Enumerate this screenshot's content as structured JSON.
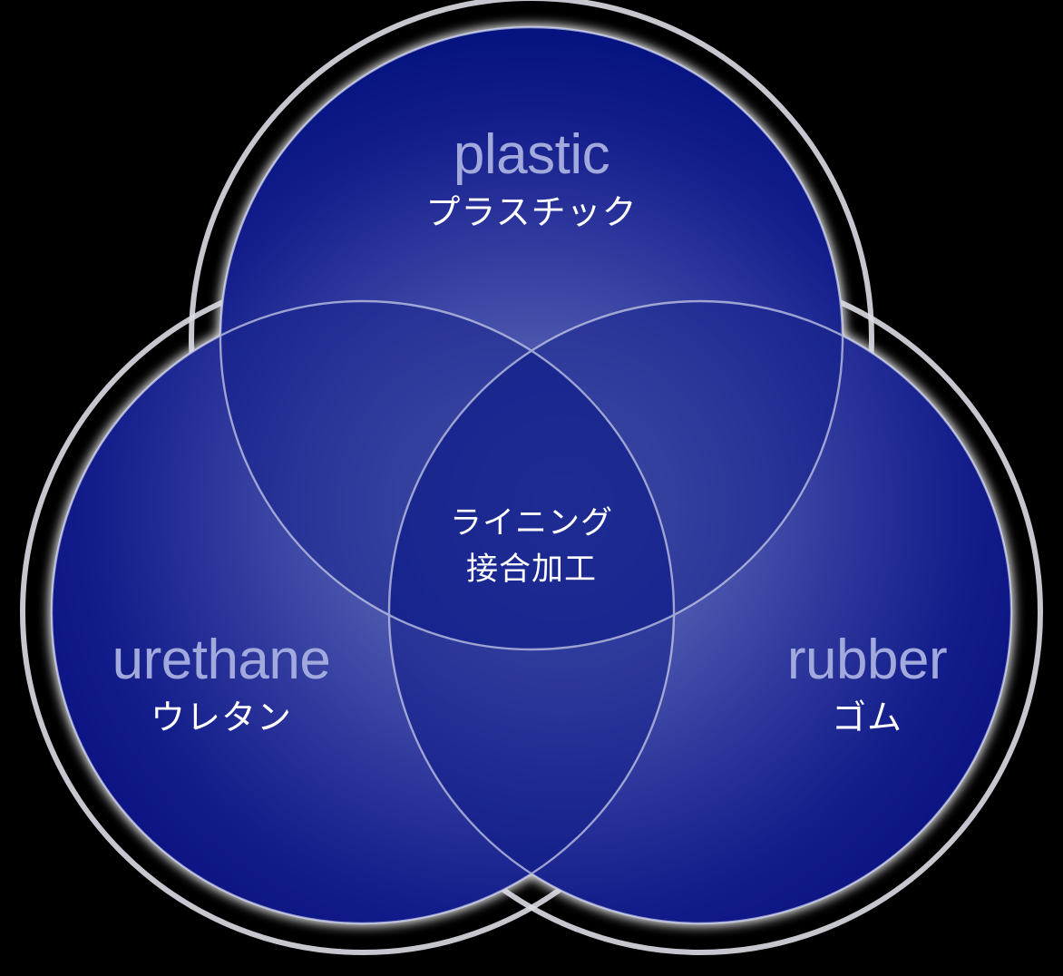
{
  "diagram": {
    "type": "venn-3-set",
    "title": "",
    "background_color": "#000000",
    "outer_outline_color": "#d8d8e0",
    "circle_stroke_color": "#c9cde8",
    "sets": [
      {
        "id": "plastic",
        "label_en": "plastic",
        "label_ja": "プラスチック",
        "position": "top",
        "fill_dark": "#041380",
        "fill_light": "#5a64b4"
      },
      {
        "id": "urethane",
        "label_en": "urethane",
        "label_ja": "ウレタン",
        "position": "bottom-left",
        "fill_dark": "#0a1280",
        "fill_light": "#4a54ae"
      },
      {
        "id": "rubber",
        "label_en": "rubber",
        "label_ja": "ゴム",
        "position": "bottom-right",
        "fill_dark": "#0a1280",
        "fill_light": "#4a54ae"
      }
    ],
    "intersection": {
      "id": "center",
      "line1": "ライニング",
      "line2": "接合加工",
      "text_color": "#ffffff"
    },
    "label_colors": {
      "english": "#a2aadd",
      "japanese": "#ffffff"
    }
  },
  "chart_data": {
    "type": "venn",
    "title": "",
    "sets": [
      "plastic",
      "urethane",
      "rubber"
    ],
    "set_labels_en": [
      "plastic",
      "urethane",
      "rubber"
    ],
    "set_labels_ja": [
      "プラスチック",
      "ウレタン",
      "ゴム"
    ],
    "intersection_label_lines": [
      "ライニング",
      "接合加工"
    ],
    "legend": "none",
    "grid": false
  }
}
